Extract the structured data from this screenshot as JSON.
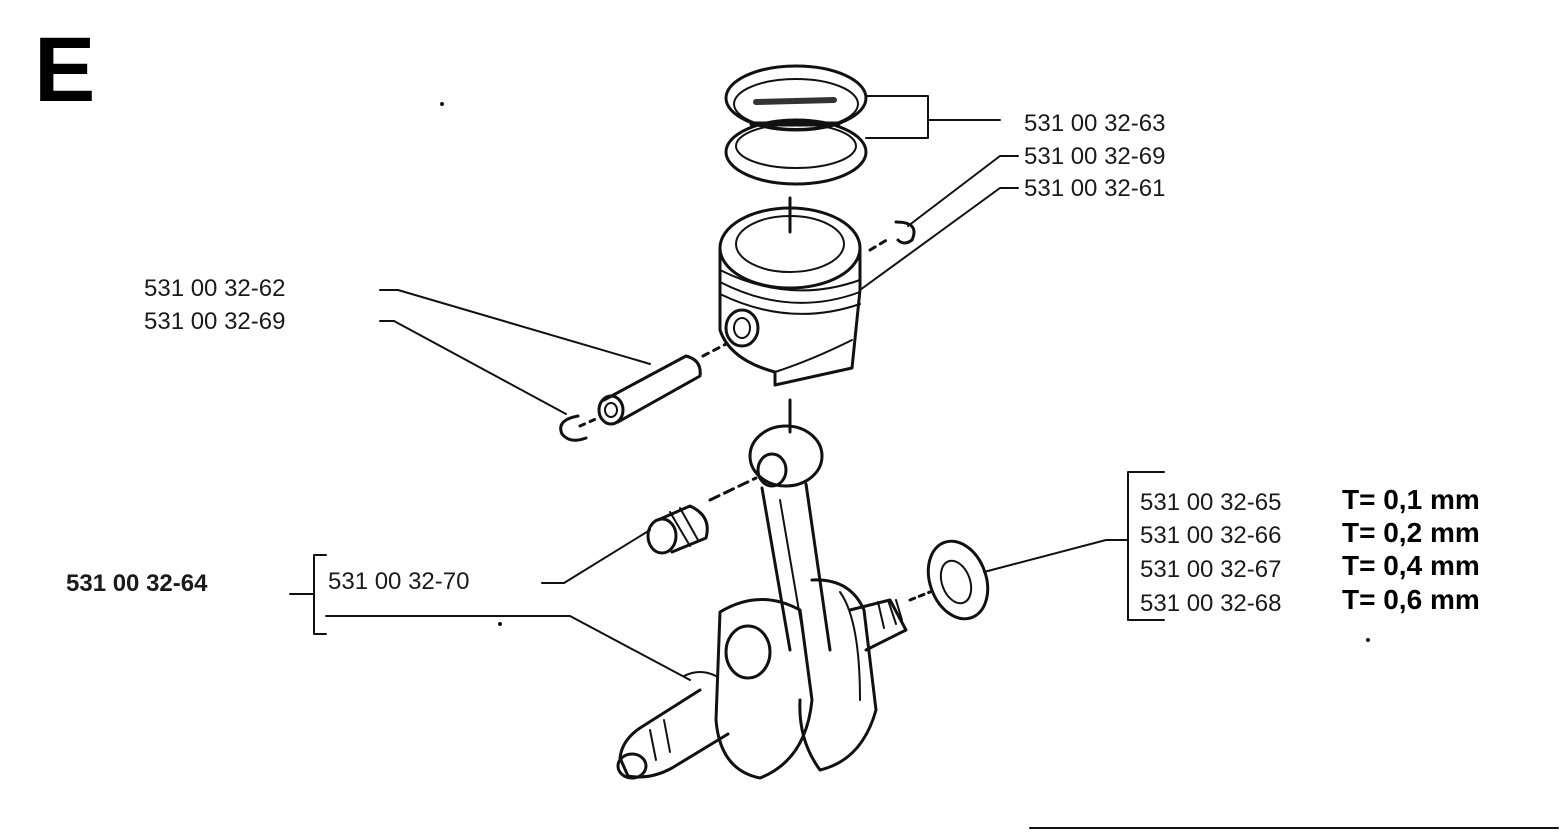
{
  "section_letter": "E",
  "colors": {
    "ink": "#111111",
    "paper": "#ffffff"
  },
  "parts": {
    "piston_rings": "531 00 32-63",
    "circlip_right": "531 00 32-69",
    "piston": "531 00 32-61",
    "piston_pin": "531 00 32-62",
    "circlip_left": "531 00 32-69",
    "crankshaft_assembly": "531 00 32-64",
    "needle_bearing": "531 00 32-70"
  },
  "shims": [
    {
      "part": "531 00 32-65",
      "thickness": "T= 0,1 mm"
    },
    {
      "part": "531 00 32-66",
      "thickness": "T= 0,2 mm"
    },
    {
      "part": "531 00 32-67",
      "thickness": "T= 0,4 mm"
    },
    {
      "part": "531 00 32-68",
      "thickness": "T= 0,6 mm"
    }
  ]
}
